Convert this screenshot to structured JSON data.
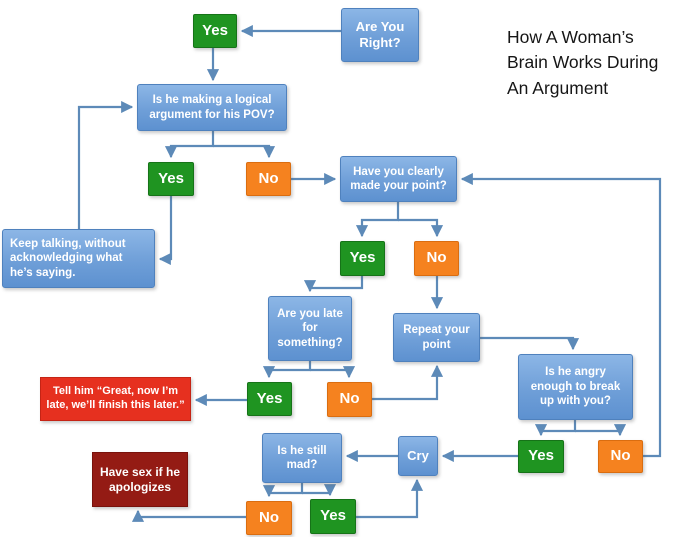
{
  "title": {
    "text": "How A Woman’s\nBrain Works During\nAn Argument"
  },
  "colors": {
    "box_blue_top": "#8cb6e6",
    "box_blue_bottom": "#5d91d0",
    "box_blue_border": "#4f81bd",
    "box_green": "#1f9421",
    "box_orange": "#f5821f",
    "box_red": "#e6301f",
    "box_dark_red": "#941b14",
    "connector": "#5d8ab8",
    "title_text": "#161616",
    "node_text": "#ffffff",
    "background": "#ffffff"
  },
  "nodes": {
    "are_you_right": {
      "label": "Are You\nRight?",
      "type": "question"
    },
    "yes_top": {
      "label": "Yes",
      "type": "answer-yes"
    },
    "logical_argument": {
      "label": "Is he making a logical\nargument for his POV?",
      "type": "question"
    },
    "yes_logical": {
      "label": "Yes",
      "type": "answer-yes"
    },
    "no_logical": {
      "label": "No",
      "type": "answer-no"
    },
    "have_you_clearly": {
      "label": "Have you clearly\nmade your point?",
      "type": "question"
    },
    "keep_talking": {
      "label": "Keep talking, without\nacknowledging what\nhe’s saying.",
      "type": "action"
    },
    "yes_clearly": {
      "label": "Yes",
      "type": "answer-yes"
    },
    "no_clearly": {
      "label": "No",
      "type": "answer-no"
    },
    "are_you_late": {
      "label": "Are you late\nfor\nsomething?",
      "type": "question"
    },
    "repeat_point": {
      "label": "Repeat your\npoint",
      "type": "action"
    },
    "tell_him": {
      "label": "Tell him “Great, now I’m\nlate, we’ll finish this later.”",
      "type": "action"
    },
    "yes_late": {
      "label": "Yes",
      "type": "answer-yes"
    },
    "no_late": {
      "label": "No",
      "type": "answer-no"
    },
    "is_he_angry": {
      "label": "Is he angry\nenough to break\nup with you?",
      "type": "question"
    },
    "yes_angry": {
      "label": "Yes",
      "type": "answer-yes"
    },
    "no_angry": {
      "label": "No",
      "type": "answer-no"
    },
    "have_sex": {
      "label": "Have sex if he\napologizes",
      "type": "action"
    },
    "is_he_still_mad": {
      "label": "Is he still\nmad?",
      "type": "question"
    },
    "cry": {
      "label": "Cry",
      "type": "action"
    },
    "no_mad": {
      "label": "No",
      "type": "answer-no"
    },
    "yes_mad": {
      "label": "Yes",
      "type": "answer-yes"
    }
  },
  "edges": [
    {
      "from": "are_you_right",
      "to": "yes_top"
    },
    {
      "from": "yes_top",
      "to": "logical_argument"
    },
    {
      "from": "logical_argument",
      "to": "yes_logical"
    },
    {
      "from": "logical_argument",
      "to": "no_logical"
    },
    {
      "from": "yes_logical",
      "to": "keep_talking"
    },
    {
      "from": "keep_talking",
      "to": "logical_argument"
    },
    {
      "from": "no_logical",
      "to": "have_you_clearly"
    },
    {
      "from": "have_you_clearly",
      "to": "yes_clearly"
    },
    {
      "from": "have_you_clearly",
      "to": "no_clearly"
    },
    {
      "from": "yes_clearly",
      "to": "are_you_late"
    },
    {
      "from": "no_clearly",
      "to": "repeat_point"
    },
    {
      "from": "are_you_late",
      "to": "yes_late"
    },
    {
      "from": "are_you_late",
      "to": "no_late"
    },
    {
      "from": "yes_late",
      "to": "tell_him"
    },
    {
      "from": "no_late",
      "to": "repeat_point"
    },
    {
      "from": "repeat_point",
      "to": "is_he_angry"
    },
    {
      "from": "is_he_angry",
      "to": "yes_angry"
    },
    {
      "from": "is_he_angry",
      "to": "no_angry"
    },
    {
      "from": "yes_angry",
      "to": "cry"
    },
    {
      "from": "no_angry",
      "to": "have_you_clearly"
    },
    {
      "from": "cry",
      "to": "is_he_still_mad"
    },
    {
      "from": "is_he_still_mad",
      "to": "no_mad"
    },
    {
      "from": "is_he_still_mad",
      "to": "yes_mad"
    },
    {
      "from": "yes_mad",
      "to": "cry"
    },
    {
      "from": "no_mad",
      "to": "have_sex"
    }
  ]
}
